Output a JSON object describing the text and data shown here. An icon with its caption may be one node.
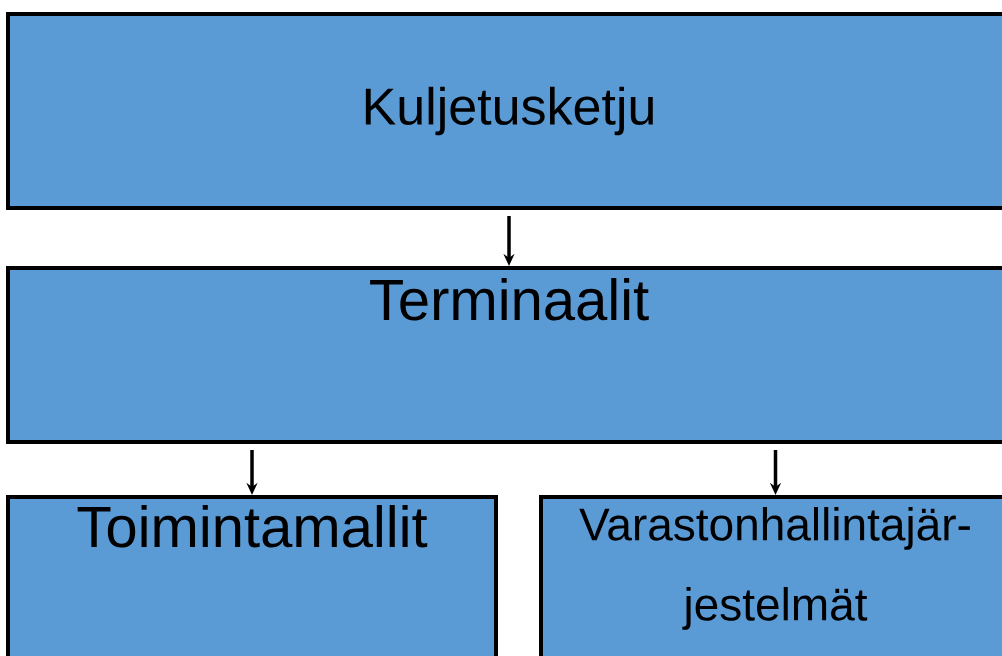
{
  "diagram": {
    "nodes": [
      {
        "text": [
          "Kuljetusketju"
        ]
      },
      {
        "text": [
          "Terminaalit"
        ]
      },
      {
        "text": [
          "Toimintamallit"
        ]
      },
      {
        "text": [
          "Varastonhallintajär- jestelmät"
        ]
      }
    ],
    "edges": [
      {
        "from": 0,
        "to": 1,
        "arrow": "to"
      },
      {
        "from": 1,
        "to": 2,
        "arrow": "to"
      },
      {
        "from": 1,
        "to": 3,
        "arrow": "to"
      }
    ]
  }
}
